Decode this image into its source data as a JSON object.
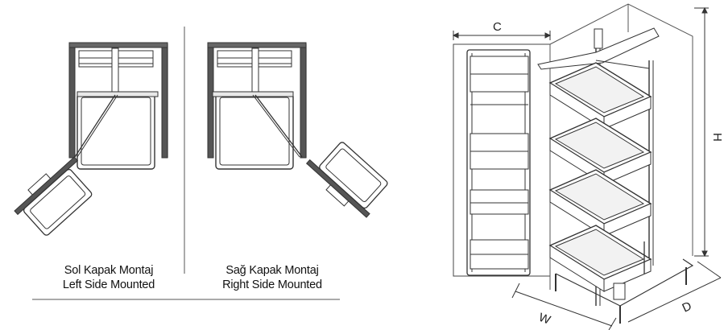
{
  "captions": {
    "left": {
      "line1": "Sol Kapak Montaj",
      "line2": "Left Side Mounted"
    },
    "right": {
      "line1": "Sağ Kapak Montaj",
      "line2": "Right Side Mounted"
    }
  },
  "dimensions": {
    "c": "C",
    "h": "H",
    "w": "W",
    "d": "D"
  },
  "colors": {
    "line": "#333333",
    "frame": "#555555",
    "tray_fill": "#f2f2f2",
    "dark": "#222222"
  }
}
